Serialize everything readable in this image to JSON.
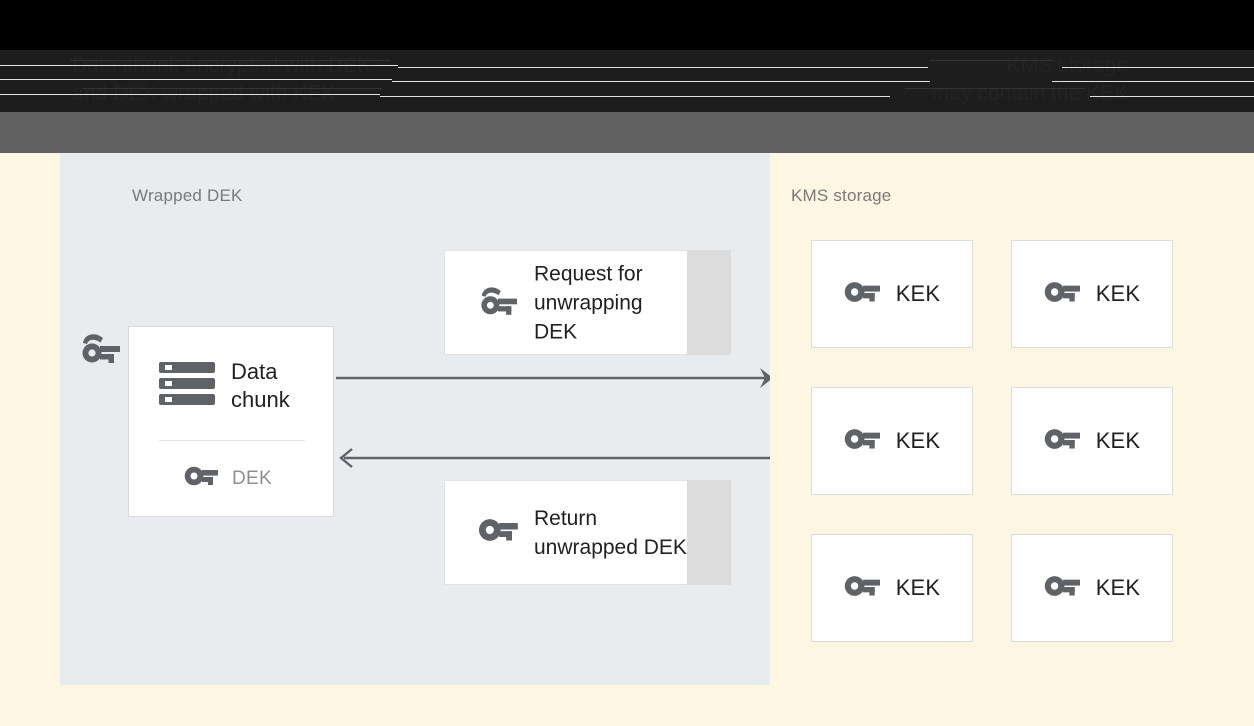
{
  "header": {
    "caption_left": "Data chunk encrypted with DEK\nand DEK wrapped with KEK",
    "caption_right": "KMS storage\nmay contain the KEK"
  },
  "diagram": {
    "type": "sequence-diagram",
    "left_panel": {
      "label": "Wrapped DEK",
      "label_icon": "wrapped-key-icon",
      "data_card": {
        "title": "Data\nchunk",
        "title_icon": "storage-chunk-icon",
        "key_label": "DEK",
        "key_icon": "key-icon"
      },
      "messages": [
        {
          "id": "request",
          "text": "Request for\nunwrapping DEK",
          "icon": "wrapped-key-icon",
          "direction": "right"
        },
        {
          "id": "return",
          "text": "Return\nunwrapped DEK",
          "icon": "key-icon",
          "direction": "left"
        }
      ],
      "arrows": [
        {
          "id": "arrow-request",
          "direction": "right",
          "head": "filled"
        },
        {
          "id": "arrow-return",
          "direction": "left",
          "head": "open"
        }
      ]
    },
    "right_panel": {
      "label": "KMS storage",
      "keks": [
        {
          "label": "KEK",
          "icon": "key-icon"
        },
        {
          "label": "KEK",
          "icon": "key-icon"
        },
        {
          "label": "KEK",
          "icon": "key-icon"
        },
        {
          "label": "KEK",
          "icon": "key-icon"
        },
        {
          "label": "KEK",
          "icon": "key-icon"
        },
        {
          "label": "KEK",
          "icon": "key-icon"
        }
      ]
    }
  },
  "colors": {
    "header_black": "#000000",
    "header_caption_bg": "#1d1d1d",
    "header_gray": "#616161",
    "page_bg": "#fdf6e3",
    "left_panel_bg": "#e8ecef",
    "card_bg": "#ffffff",
    "card_border": "#dedede",
    "card_shadow": "#dcdcdc",
    "icon_gray": "#5f6368",
    "text_primary": "#202124",
    "text_muted": "#7a7a7a",
    "arrow": "#5f6368"
  }
}
